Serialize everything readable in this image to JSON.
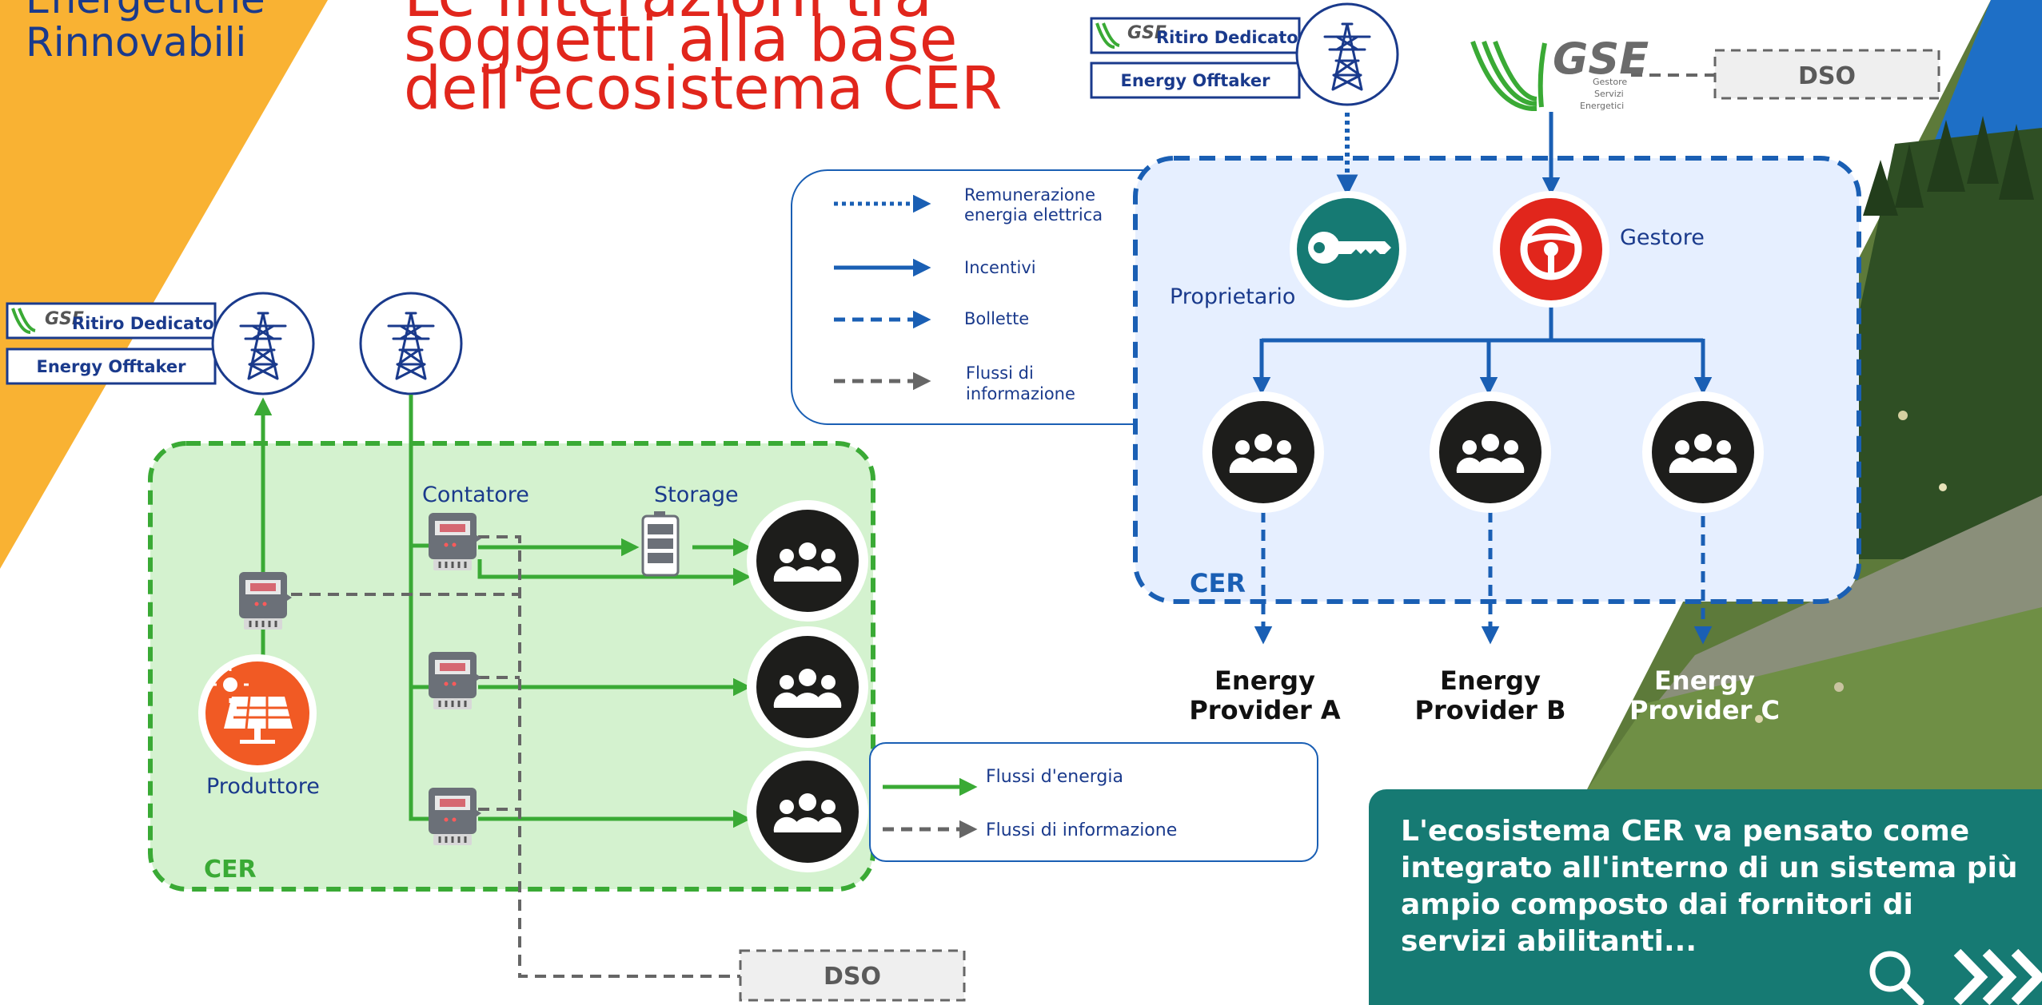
{
  "page": {
    "corner_title": "Energetiche Rinnovabili",
    "title_lines": [
      "Le interazioni tra",
      "soggetti alla base",
      "dell'ecosistema CER"
    ]
  },
  "left_diagram": {
    "gse_badge": "GSE",
    "ritiro_dedicato": "Ritiro Dedicato",
    "energy_offtaker": "Energy Offtaker",
    "contatore": "Contatore",
    "storage": "Storage",
    "produttore": "Produttore",
    "cer": "CER",
    "dso": "DSO",
    "legend": [
      {
        "label": "Flussi d'energia",
        "style": "solid-green"
      },
      {
        "label": "Flussi di informazione",
        "style": "dashed-gray"
      }
    ]
  },
  "right_diagram": {
    "gse_badge": "GSE",
    "ritiro_dedicato": "Ritiro Dedicato",
    "energy_offtaker": "Energy Offtaker",
    "gse_logo": {
      "letters": "GSE",
      "subtitle": [
        "Gestore",
        "Servizi",
        "Energetici"
      ]
    },
    "dso": "DSO",
    "proprietario": "Proprietario",
    "gestore": "Gestore",
    "cer": "CER",
    "providers": [
      {
        "line1": "Energy",
        "line2": "Provider A"
      },
      {
        "line1": "Energy",
        "line2": "Provider B"
      },
      {
        "line1": "Energy",
        "line2": "Provider C"
      }
    ],
    "legend": [
      {
        "line1": "Remunerazione",
        "line2": "energia elettrica",
        "style": "dotted-blue"
      },
      {
        "line1": "Incentivi",
        "line2": "",
        "style": "solid-blue"
      },
      {
        "line1": "Bollette",
        "line2": "",
        "style": "dashed-blue"
      },
      {
        "line1": "Flussi di",
        "line2": "informazione",
        "style": "dashed-gray"
      }
    ]
  },
  "callout": {
    "text": "L'ecosistema CER va pensato come integrato all'interno di un sistema più ampio composto dai fornitori di servizi abilitanti..."
  },
  "colors": {
    "orange": "#f9b233",
    "red": "#e1261c",
    "navy": "#1a3a8c",
    "green": "#3aaa35",
    "green_bg": "#d4f2cf",
    "blue": "#1a5fb4",
    "blue_bg": "#e6efff",
    "teal": "#167a73",
    "solar_orange": "#f15a24"
  },
  "icons": [
    "transmission-tower-icon",
    "meter-icon",
    "battery-icon",
    "community-icon",
    "solar-panel-icon",
    "key-icon",
    "steering-wheel-icon",
    "search-icon",
    "chevrons-right-icon"
  ]
}
